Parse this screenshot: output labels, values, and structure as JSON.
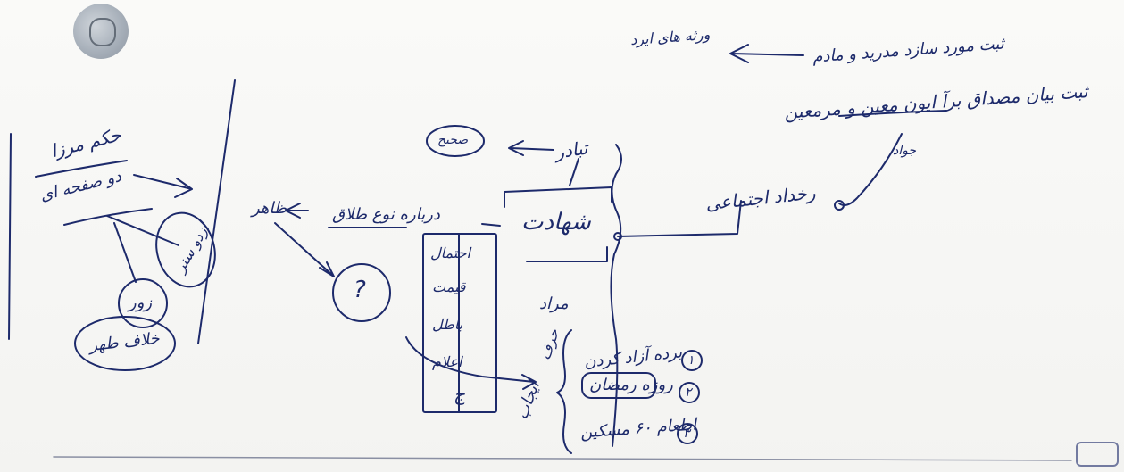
{
  "colors": {
    "ink": "#1d2a6b",
    "paper": "#f7f7f5"
  },
  "icons": {
    "seal": "round-stamp-icon"
  },
  "left_margin": {
    "heading": "حکم مرزا",
    "line2": "دو صفحه ای",
    "circle_top": "ازدو سنر",
    "circle_mid": "زور",
    "circle_bottom": "خلاف طهر"
  },
  "top_right": {
    "line1": "ثبت مورد سازد مدرید و مادم",
    "arrow_note": "ورثه های ایرد",
    "line2": "ثبت بیان مصداق برآ ایون معین و مرمعین",
    "under_note": "جواد"
  },
  "center": {
    "sahadat": "شهادت",
    "tabadur": "تبادر",
    "sahih": "صحیح",
    "ekhrad": "رخداد اجتماعی",
    "talaq": "درباره نوع طلاق",
    "zahir": "ظاهر",
    "question": "?",
    "marad": "مراد"
  },
  "list_box": [
    "احتمال",
    "قیمت",
    "باطل",
    "اعلام",
    "ج"
  ],
  "bottom": {
    "side_label": "ایجاب",
    "side_label2": "حرف",
    "items": [
      {
        "num": "۱",
        "text": "برده آزاد کردن"
      },
      {
        "num": "۲",
        "text": "روزه رمضان"
      },
      {
        "num": "۳",
        "text": "اطعام ۶۰ مسکین"
      }
    ]
  }
}
